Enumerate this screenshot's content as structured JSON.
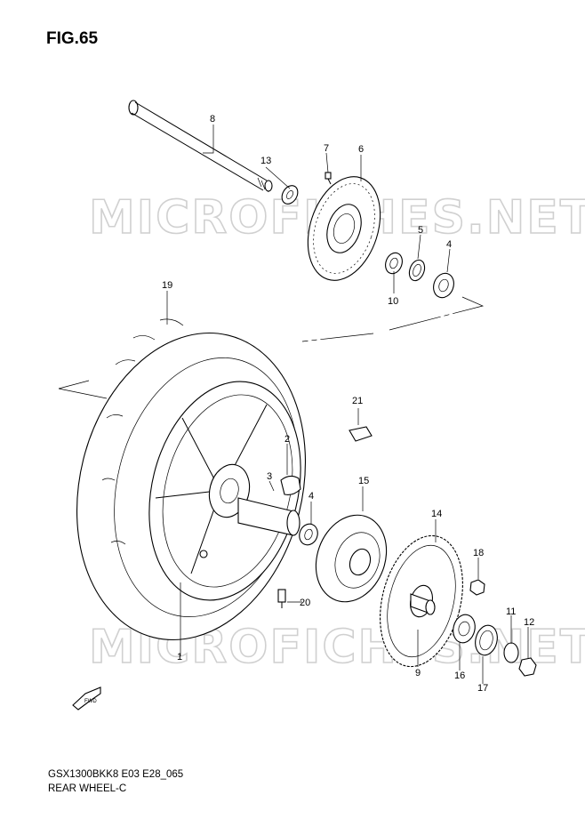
{
  "figure": {
    "title": "FIG.65",
    "footer_code": "GSX1300BKK8 E03 E28_065",
    "footer_name": "REAR WHEEL-C",
    "watermark_top": "MICROFICHES.NET",
    "watermark_bottom": "MICROFICHES.NET",
    "fwd_label": "FWD"
  },
  "callouts": [
    {
      "id": "c8",
      "text": "8"
    },
    {
      "id": "c13",
      "text": "13"
    },
    {
      "id": "c7",
      "text": "7"
    },
    {
      "id": "c6",
      "text": "6"
    },
    {
      "id": "c5",
      "text": "5"
    },
    {
      "id": "c4a",
      "text": "4"
    },
    {
      "id": "c10",
      "text": "10"
    },
    {
      "id": "c19",
      "text": "19"
    },
    {
      "id": "c21",
      "text": "21"
    },
    {
      "id": "c2",
      "text": "2"
    },
    {
      "id": "c3",
      "text": "3"
    },
    {
      "id": "c4b",
      "text": "4"
    },
    {
      "id": "c15",
      "text": "15"
    },
    {
      "id": "c14",
      "text": "14"
    },
    {
      "id": "c18",
      "text": "18"
    },
    {
      "id": "c20",
      "text": "20"
    },
    {
      "id": "c1",
      "text": "1"
    },
    {
      "id": "c11",
      "text": "11"
    },
    {
      "id": "c12",
      "text": "12"
    },
    {
      "id": "c9",
      "text": "9"
    },
    {
      "id": "c16",
      "text": "16"
    },
    {
      "id": "c17",
      "text": "17"
    }
  ]
}
